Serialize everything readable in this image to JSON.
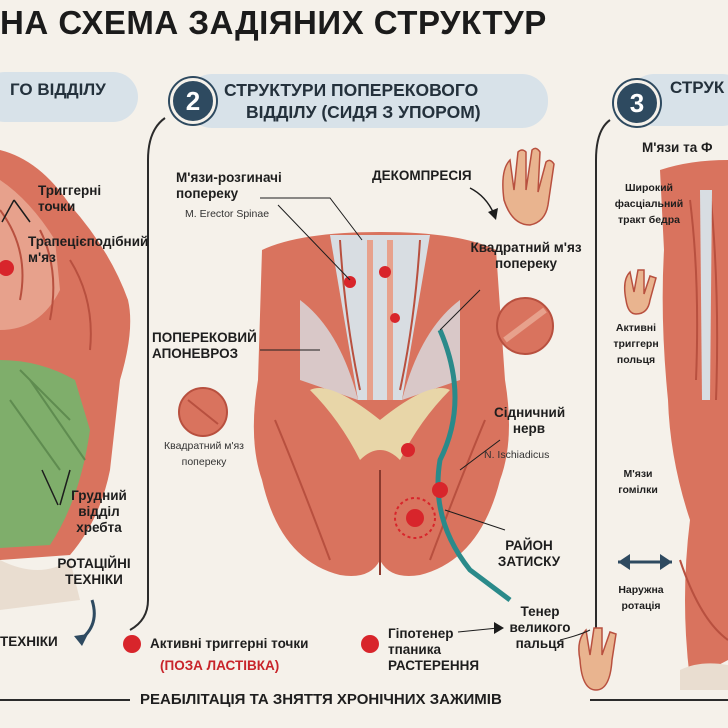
{
  "title": "НА СХЕМА ЗАДІЯНИХ СТРУКТУР",
  "panels": [
    {
      "number": "",
      "heading_line1": "ГО ВІДДІЛУ",
      "heading_line2": ""
    },
    {
      "number": "2",
      "heading_line1": "СТРУКТУРИ ПОПЕРЕКОВОГО",
      "heading_line2": "ВІДДІЛУ (СИДЯ З УПОРОМ)"
    },
    {
      "number": "3",
      "heading_line1": "СТРУК",
      "heading_line2": ""
    }
  ],
  "left_labels": {
    "trigger_points": "Триггерні точки",
    "trapezius": "Трапецієподібний м'яз",
    "thoracic": "Грудний відділ хребта",
    "rotation": "РОТАЦІЙНІ ТЕХНІКИ",
    "techniques": "ТЕХНІКИ"
  },
  "center_labels": {
    "erector": "М'язи-розгиначі попереку",
    "erector_latin": "M. Erector Spinae",
    "decompression": "ДЕКОМПРЕСІЯ",
    "quadratus_right": "Квадратний м'яз попереку",
    "aponeurosis": "ПОПЕРЕКОВИЙ АПОНЕВРОЗ",
    "quadratus_left": "Квадратний м'яз попереку",
    "sciatic": "Сідничний нерв",
    "sciatic_latin": "N. Ischiadicus",
    "zone": "РАЙОН ЗАТИСКУ"
  },
  "right_labels": {
    "muscles": "М'язи та Ф",
    "fascia": "Широкий фасціальний тракт бедра",
    "active": "Активні триггерн польця",
    "shin": "М'язи гомілки",
    "rotation": "Наружна ротація"
  },
  "legend": {
    "trigger": "Активні триггерні точки",
    "pose": "(ПОЗА ЛАСТІВКА)",
    "hypothenar": "Гіпотенер тпаника РАСТЕРЕННЯ",
    "thenar": "Тенер великого пальця"
  },
  "footer": "РЕАБІЛІТАЦІЯ ТА ЗНЯТТЯ ХРОНІЧНИХ ЗАЖИМІВ",
  "colors": {
    "muscle": "#d9735e",
    "muscle_dark": "#b8503f",
    "fascia": "#d8dde2",
    "green": "#7fae6b",
    "nerve": "#2a8a8a",
    "trigger": "#d8252b",
    "banner": "#d8e2e9",
    "navy": "#2e4a60"
  }
}
